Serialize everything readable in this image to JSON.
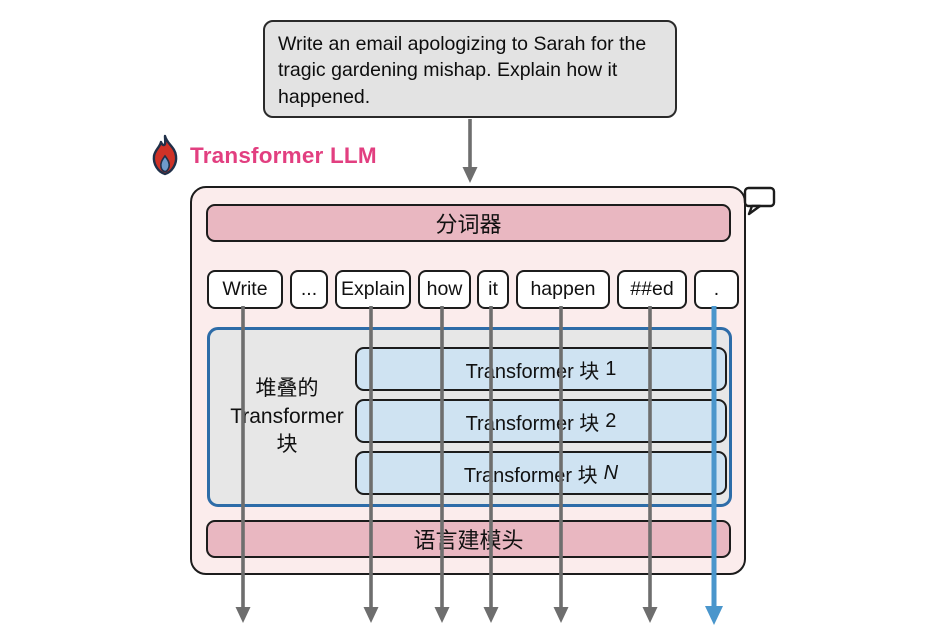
{
  "prompt": {
    "text": "Write an email apologizing to Sarah for the tragic gardening mishap. Explain how it happened."
  },
  "model": {
    "title": "Transformer LLM",
    "tokenizer_label": "分词器",
    "tokens": [
      "Write",
      "...",
      "Explain",
      "how",
      "it",
      "happen",
      "##ed",
      "."
    ],
    "stack_label_lines": [
      "堆叠的",
      "Transformer",
      "块"
    ],
    "blocks": [
      {
        "label": "Transformer 块",
        "index": "1"
      },
      {
        "label": "Transformer 块",
        "index": "2"
      },
      {
        "label": "Transformer 块",
        "index": "N"
      }
    ],
    "lm_head_label": "语言建模头"
  },
  "colors": {
    "container_bg": "#fbecec",
    "pink_bar": "#e9b7c1",
    "block_blue": "#cfe3f2",
    "stack_border_blue": "#2d6ca8",
    "arrow_gray": "#6e6e6e",
    "arrow_highlight_blue": "#4a96cc",
    "title_pink": "#e23f80"
  }
}
